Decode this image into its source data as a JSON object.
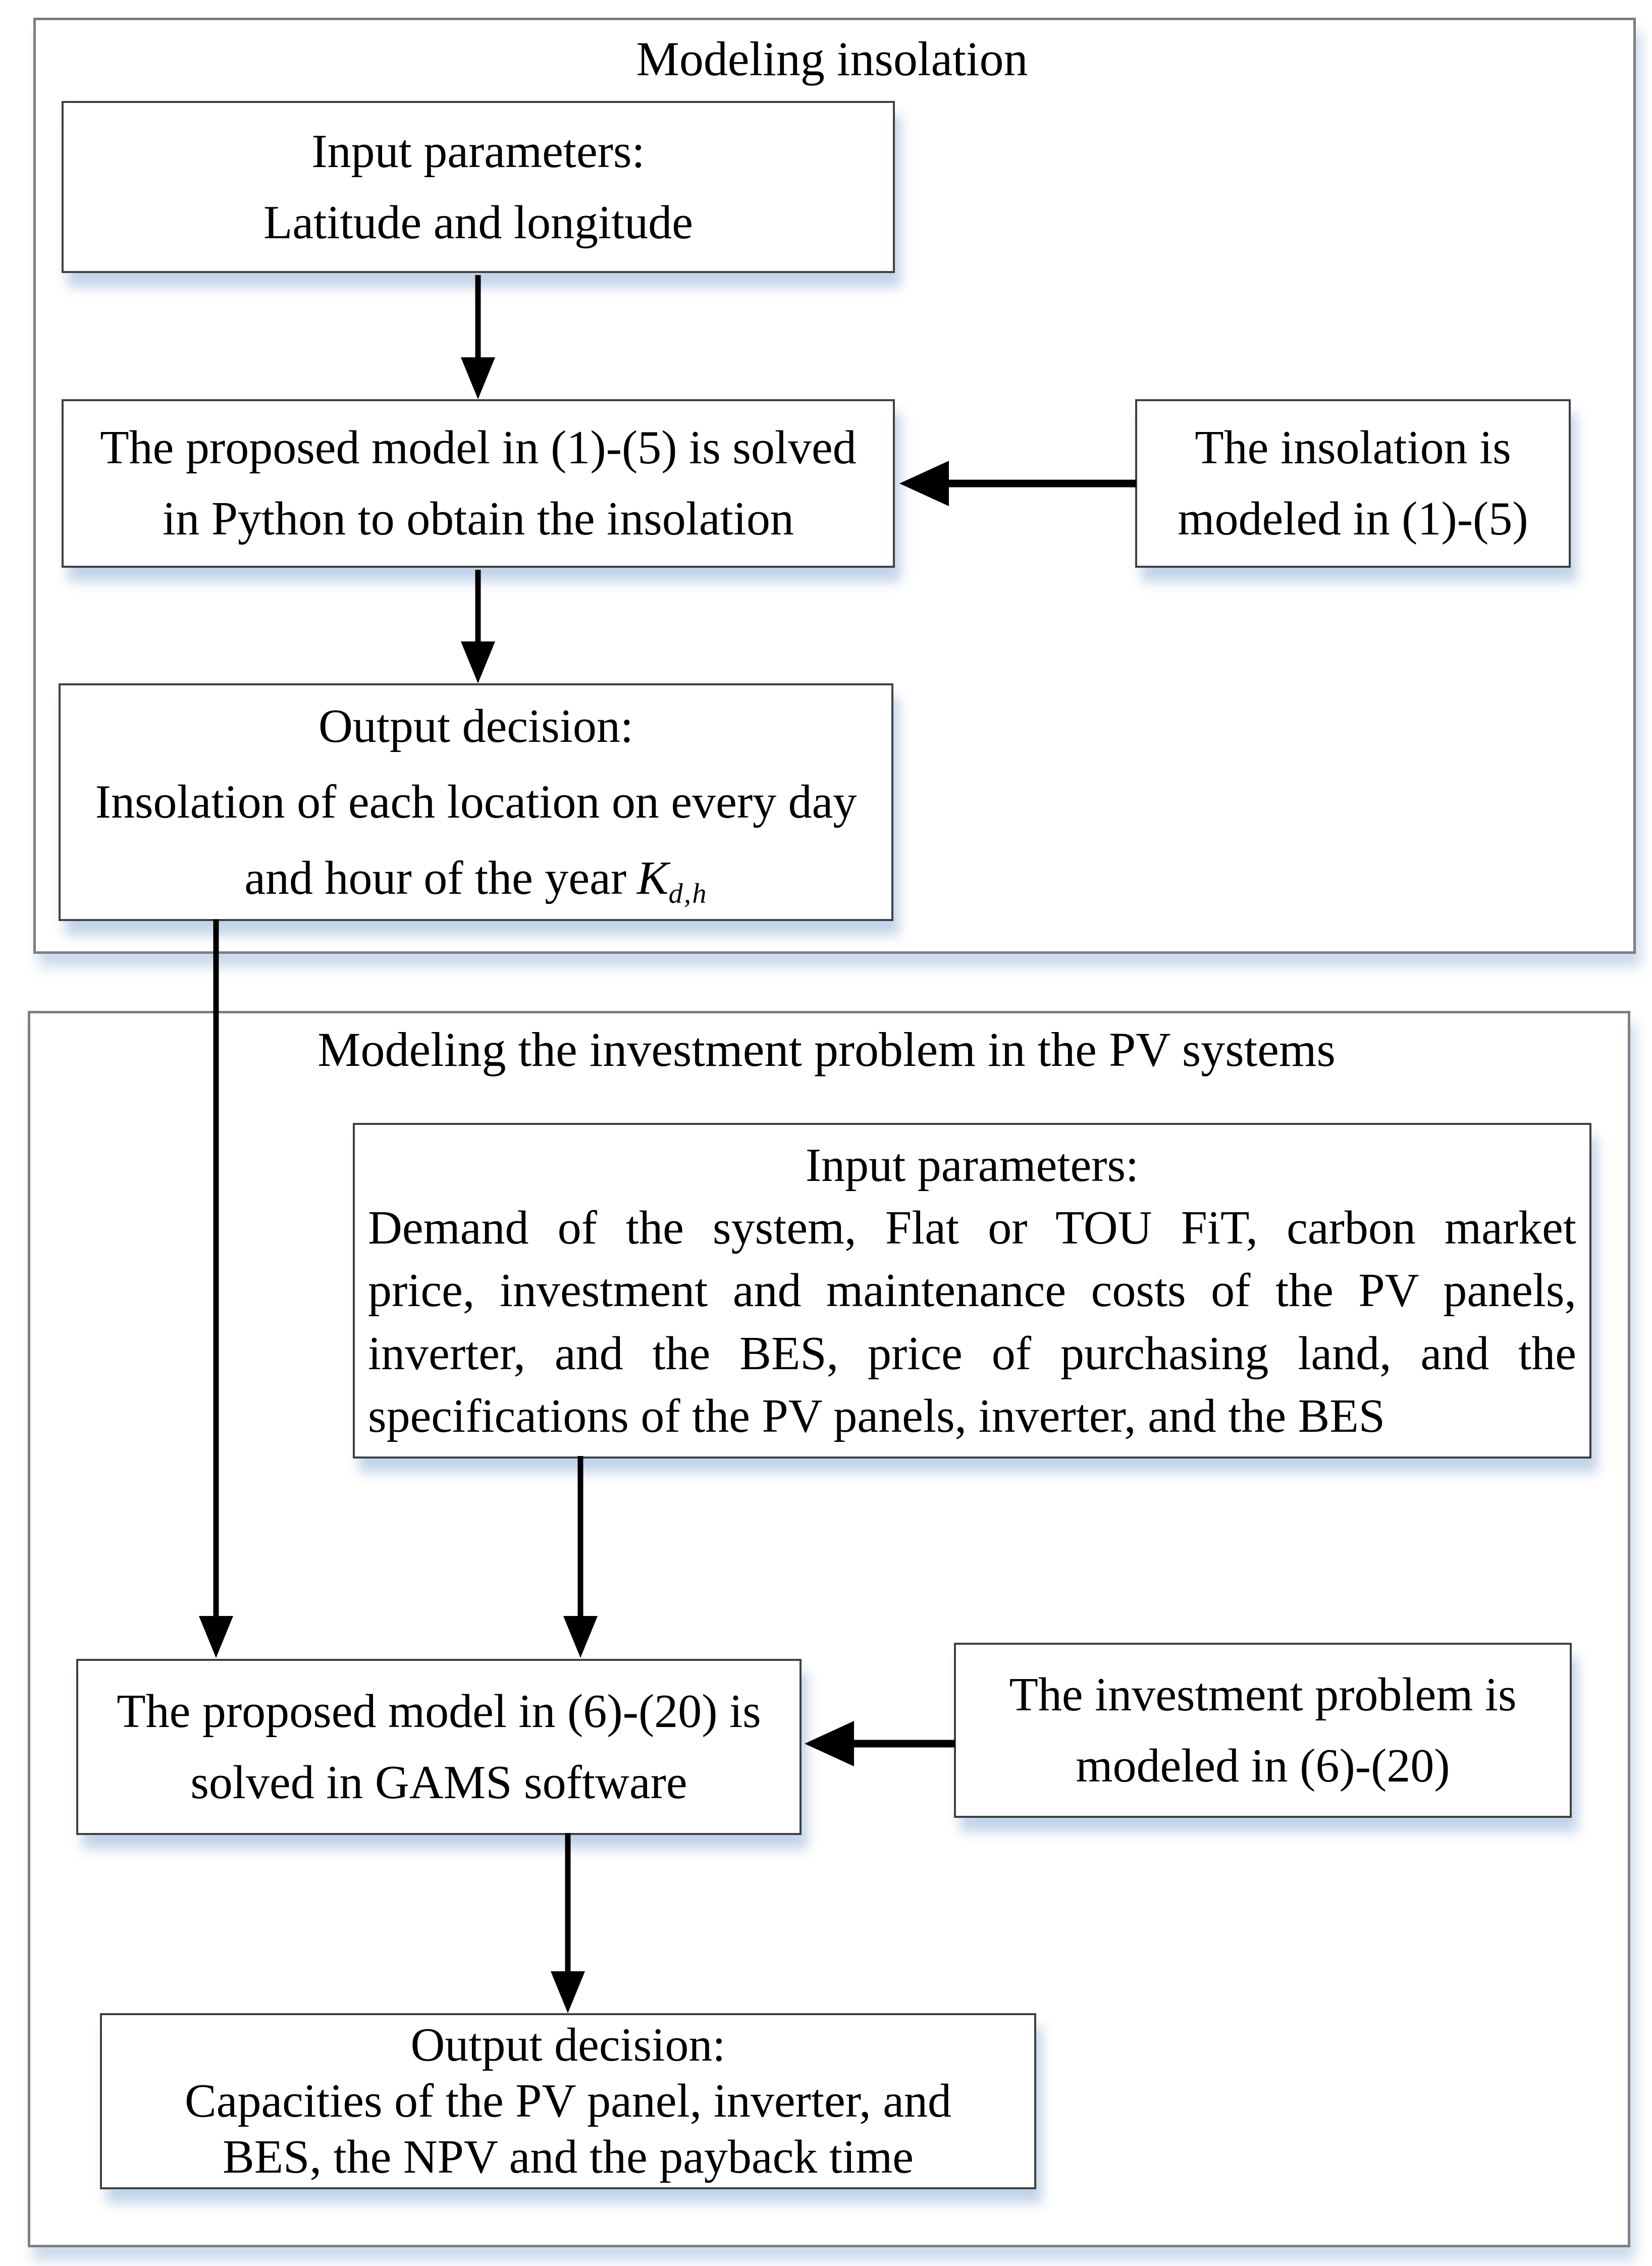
{
  "figure": {
    "type": "flowchart",
    "background": "#ffffff"
  },
  "colors": {
    "arrow": "#000000",
    "box_border": "#404040",
    "container_border": "#7f7f7f",
    "shadow": "#b9cde5",
    "text": "#000000"
  },
  "sections": [
    {
      "title": "Modeling insolation",
      "boxes": {
        "input_params": {
          "lines": [
            "Input parameters:",
            "Latitude and longitude"
          ]
        },
        "python_model": {
          "lines": [
            "The proposed model in (1)-(5) is solved",
            "in Python to obtain the insolation"
          ]
        },
        "insolation_model": {
          "lines": [
            "The insolation is",
            "modeled in (1)-(5)"
          ]
        },
        "output_decision": {
          "line1": "Output decision:",
          "line2": "Insolation of each location on every day",
          "line3_prefix": "and hour of the year",
          "symbol": "K",
          "symbol_subscript": "d,h"
        }
      }
    },
    {
      "title": "Modeling the investment problem in the PV systems",
      "boxes": {
        "input_params": {
          "heading": "Input parameters:",
          "lines": [
            "Demand of the system, Flat or TOU FiT, carbon market",
            "price, investment and maintenance costs of the PV panels,",
            "inverter, and the BES, price of purchasing land, and the",
            "specifications of the PV panels, inverter, and the BES"
          ]
        },
        "gams_model": {
          "lines": [
            "The proposed model in (6)-(20) is",
            "solved in GAMS software"
          ]
        },
        "investment_model": {
          "lines": [
            "The investment problem is",
            "modeled in (6)-(20)"
          ]
        },
        "output_decision": {
          "lines": [
            "Output decision:",
            "Capacities of the PV panel, inverter, and",
            "BES, the NPV and the payback time"
          ]
        }
      }
    }
  ]
}
